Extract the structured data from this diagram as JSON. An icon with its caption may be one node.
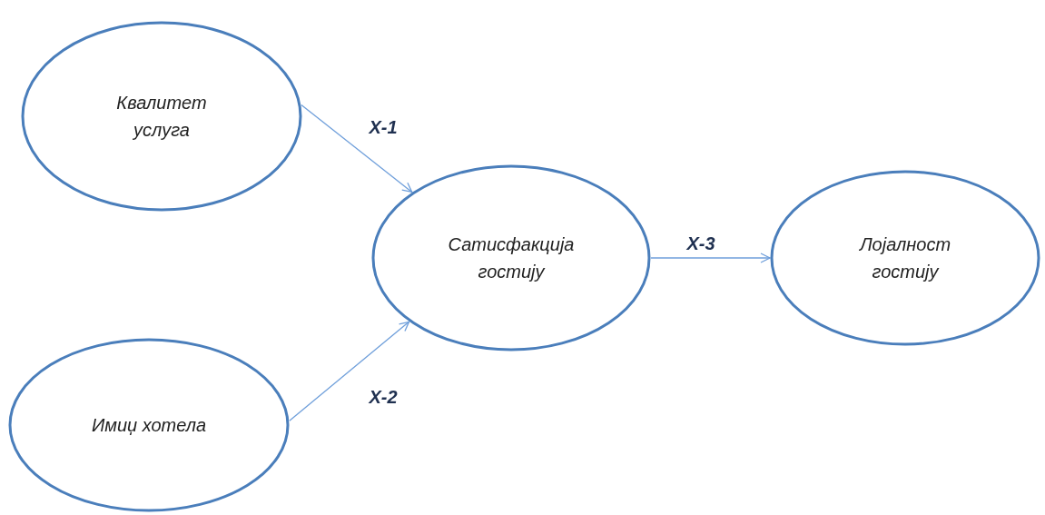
{
  "diagram": {
    "nodes": [
      {
        "text": [
          "Квалитет услуга"
        ]
      },
      {
        "text": [
          "Сатисфакција гостију"
        ]
      },
      {
        "text": [
          "Имиџ хотела"
        ]
      },
      {
        "text": [
          "Лојалност гостију"
        ]
      }
    ],
    "edges": [
      {
        "from": 0,
        "to": 1,
        "arrow": "to",
        "label": "X-1"
      },
      {
        "from": 2,
        "to": 1,
        "arrow": "to",
        "label": "X-2"
      },
      {
        "from": 1,
        "to": 3,
        "arrow": "to",
        "label": "X-3"
      }
    ]
  }
}
